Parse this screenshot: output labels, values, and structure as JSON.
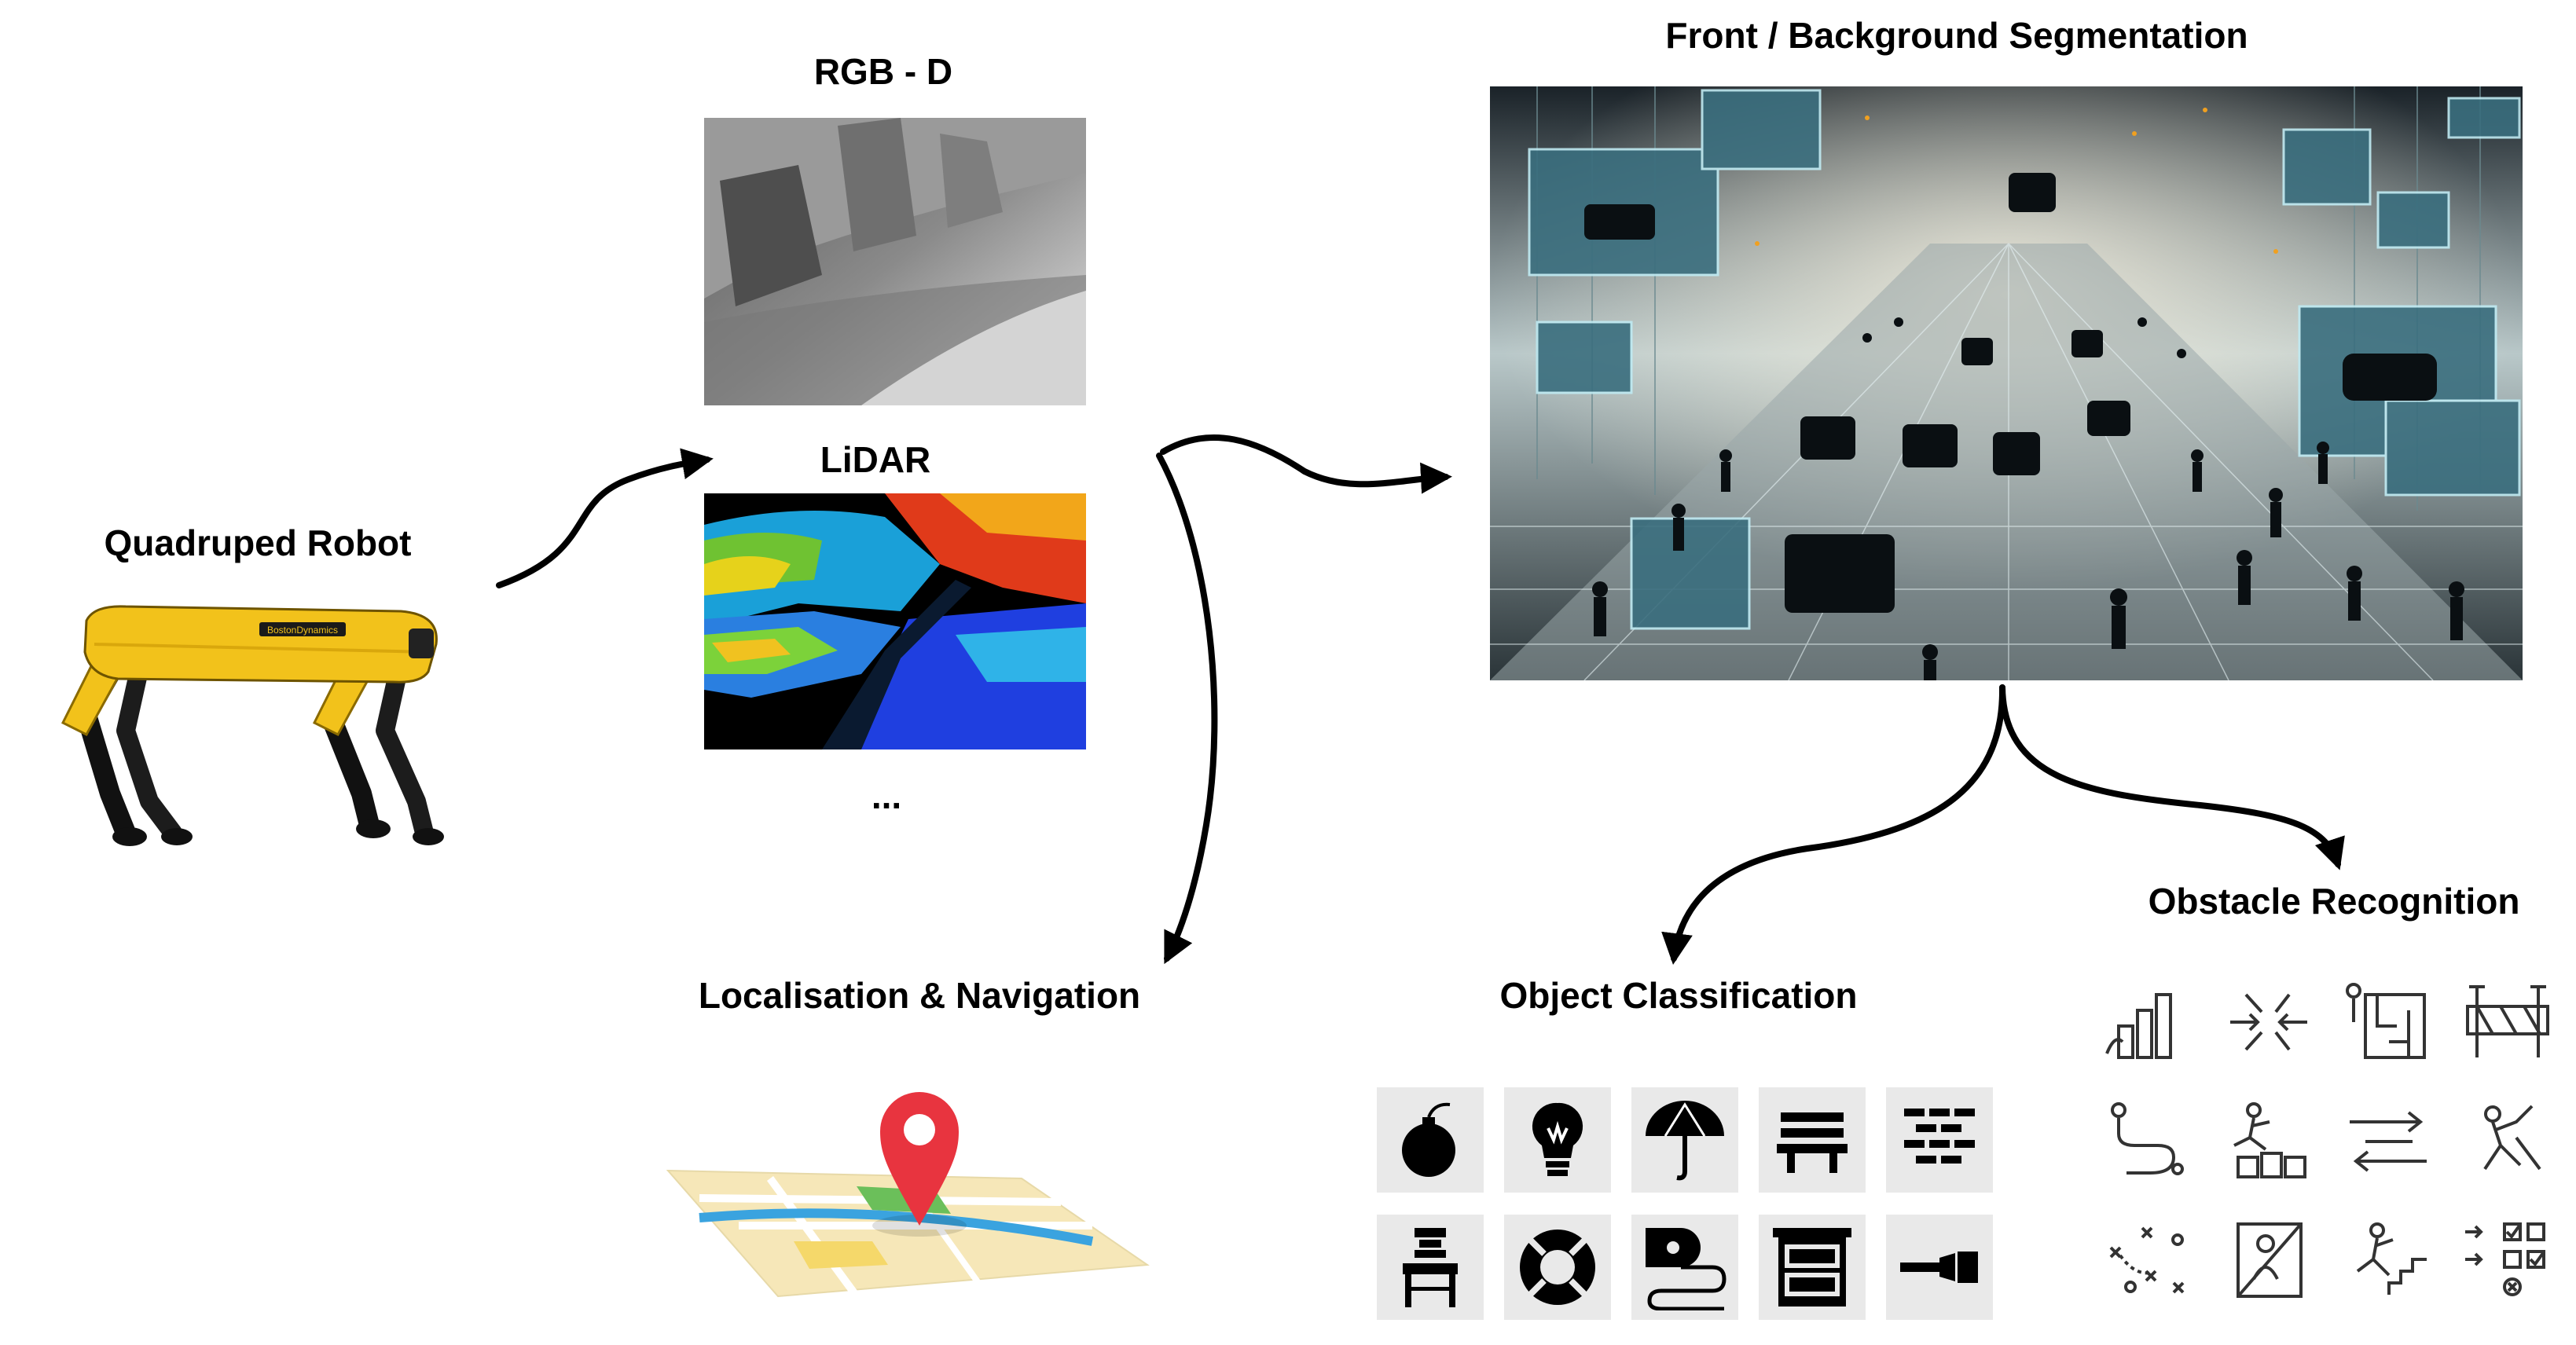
{
  "labels": {
    "quadruped_robot": "Quadruped Robot",
    "rgbd": "RGB - D",
    "lidar": "LiDAR",
    "more_sensors": "...",
    "localisation": "Localisation & Navigation",
    "segmentation": "Front / Background Segmentation",
    "object_classification": "Object Classification",
    "obstacle_recognition": "Obstacle Recognition"
  },
  "robot": {
    "brand_text": "BostonDynamics",
    "body_color": "#f2c21b"
  },
  "object_icons": [
    "bomb-icon",
    "lightbulb-icon",
    "umbrella-icon",
    "bench-icon",
    "brick-wall-icon",
    "chair-icon",
    "lifebuoy-icon",
    "tape-measure-icon",
    "dresser-icon",
    "flashlight-icon"
  ],
  "obstacle_icons": [
    "bar-chart-steps-icon",
    "converging-arrows-icon",
    "maze-person-icon",
    "roadblock-icon",
    "path-person-icon",
    "person-hurdles-icon",
    "crossing-arrows-icon",
    "person-climbing-icon",
    "tactics-play-icon",
    "blocked-person-icon",
    "runner-stairs-icon",
    "checklist-icon"
  ],
  "colors": {
    "map_pin": "#e8343f",
    "arrow": "#000000"
  }
}
